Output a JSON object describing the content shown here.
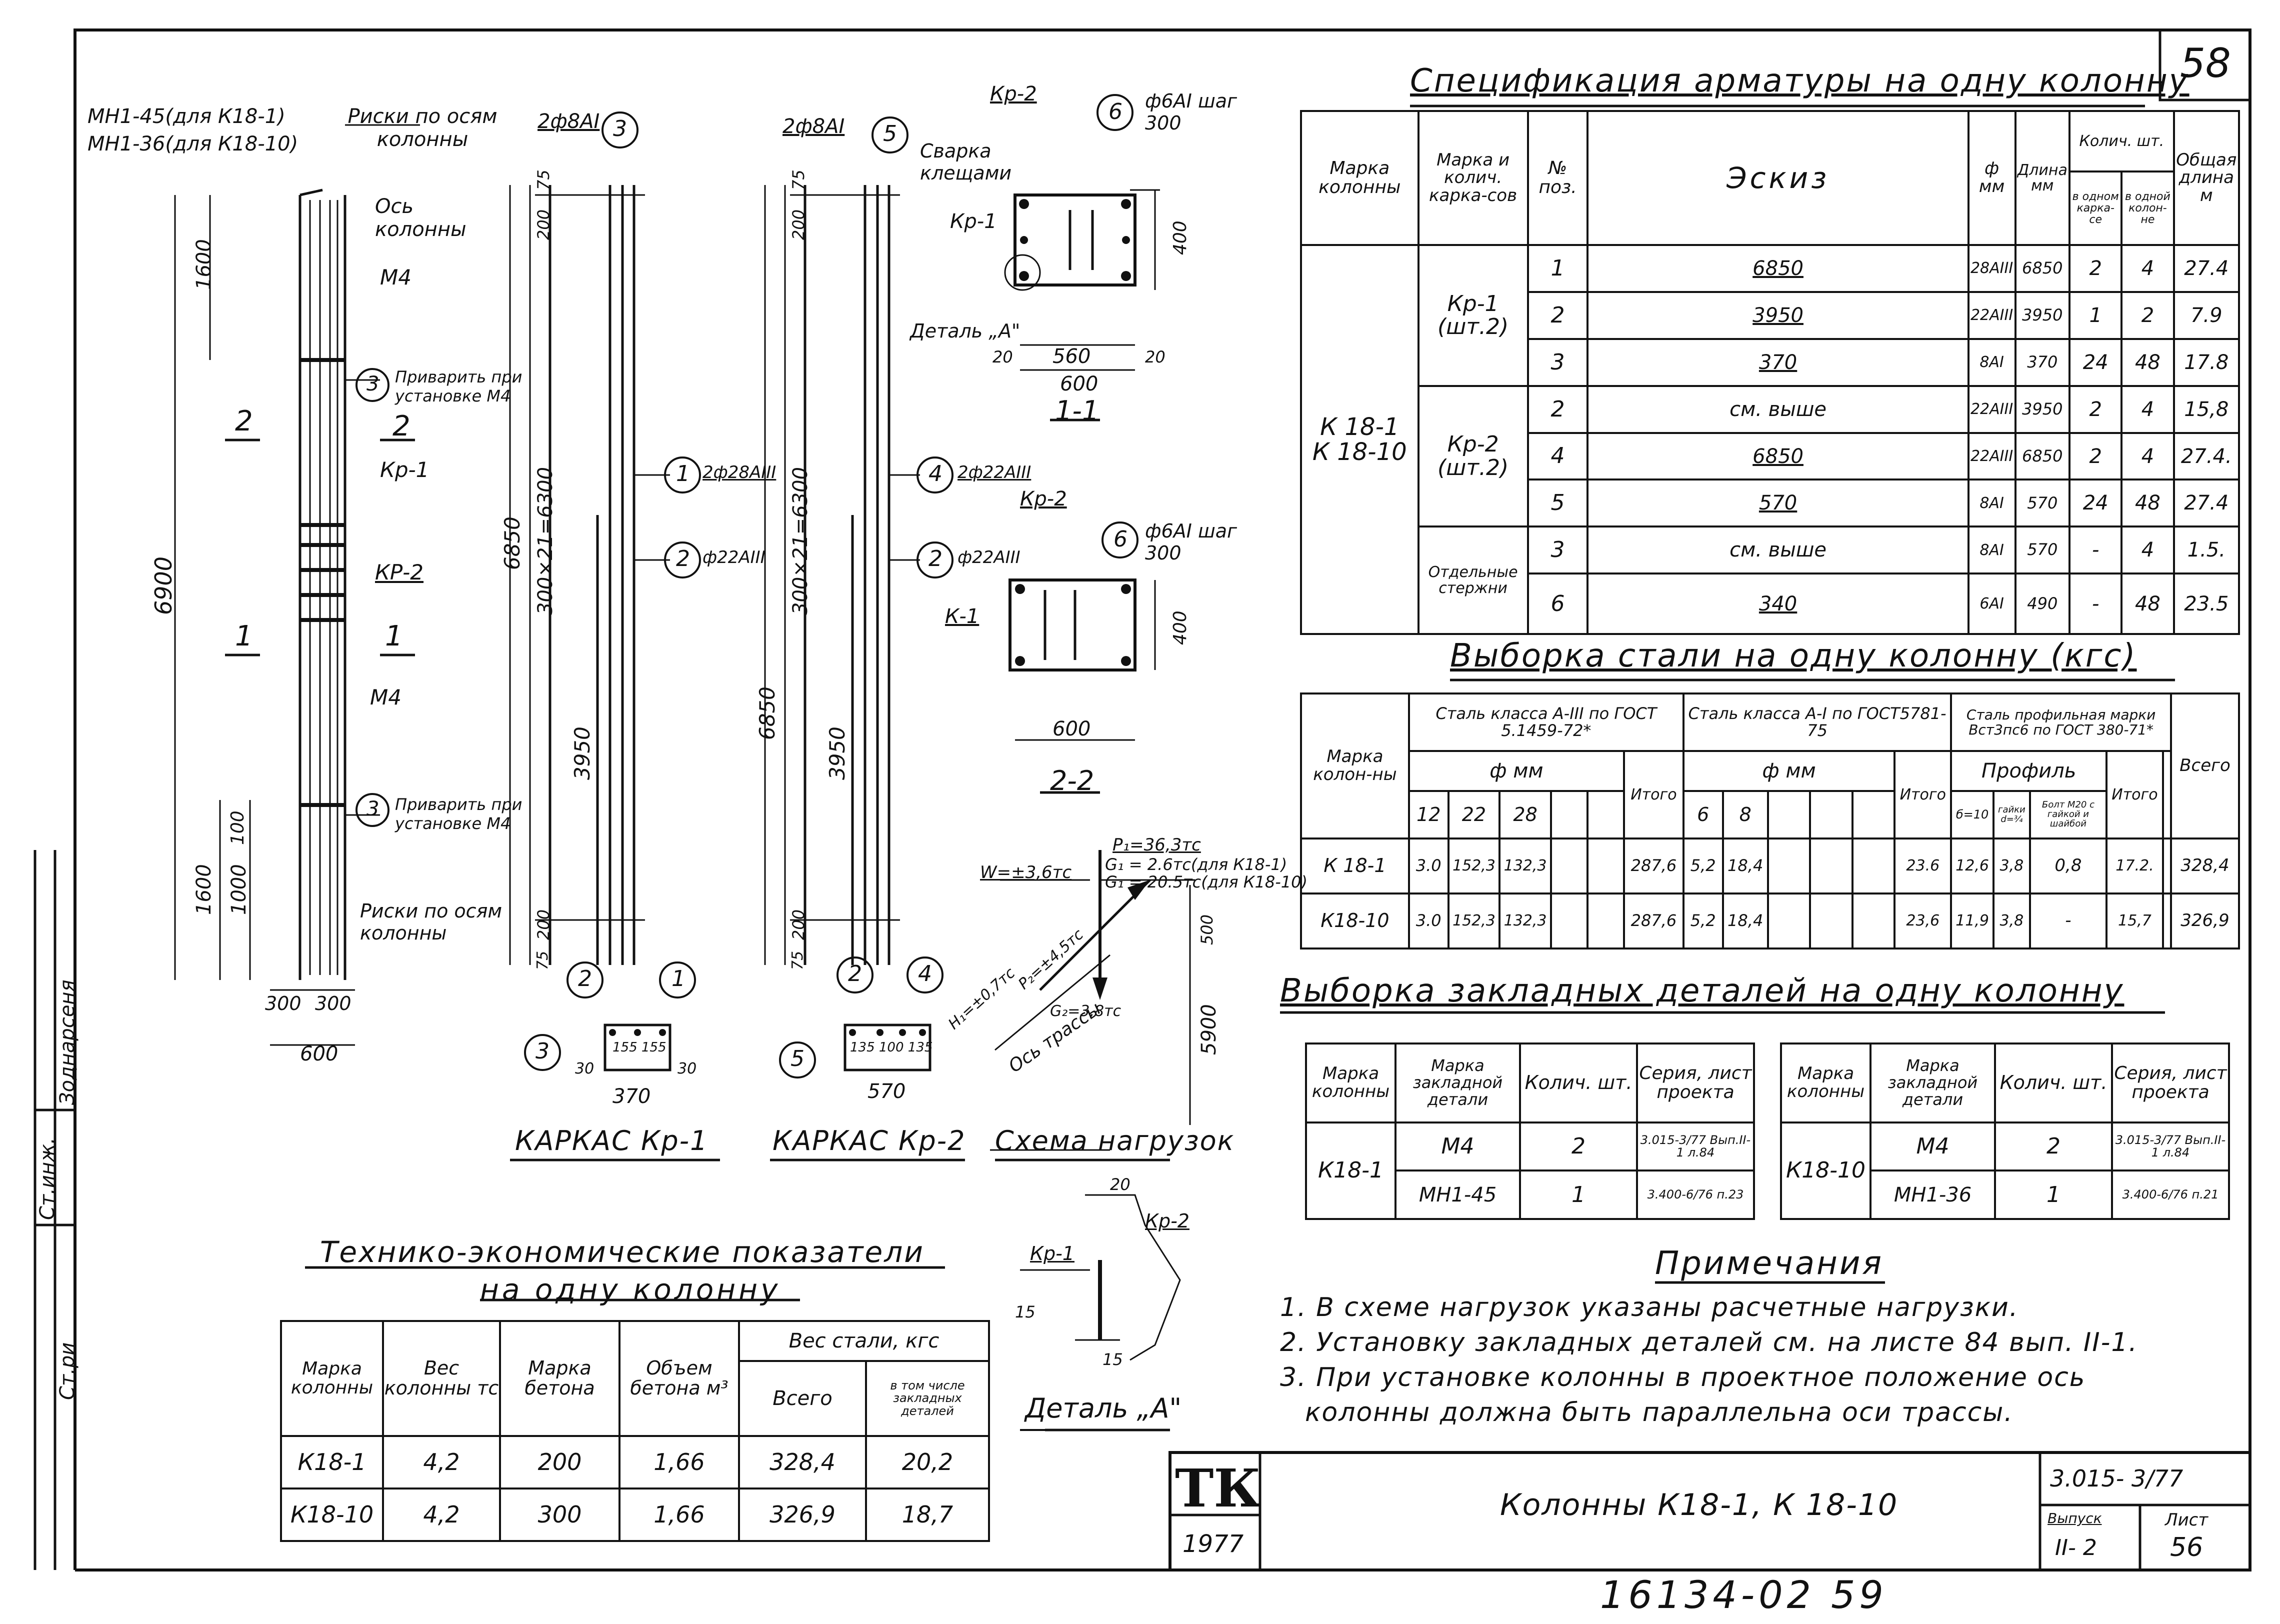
{
  "sheet_number": "58",
  "bottom_stamp": "16134-02   59",
  "left_margin_notes": [
    "Ст.инж.",
    "Зоднарсеня",
    "Ст.ри"
  ],
  "drawings": {
    "column_notes": {
      "mark_line1": "МН1-45(для К18-1)",
      "mark_line2": "МН1-36(для К18-10)",
      "risks_top": "Риски по осям колонны",
      "axis": "Ось колонны",
      "m4_top": "М4",
      "weld_m4_top": "Приварить при установке М4",
      "m4_bottom": "М4",
      "weld_m4_bottom": "Приварить при установке М4",
      "risks_bottom": "Риски по осям колонны",
      "kr1": "Кр-1",
      "kr2": "КР-2",
      "sec2_left": "2",
      "sec2_right": "2",
      "sec1_left": "1",
      "sec1_right": "1",
      "pos3a": "3",
      "pos3b": "3"
    },
    "column_dims": {
      "h_total": "6900",
      "h_top": "1600",
      "h_bot": "1600",
      "h_1000": "1000",
      "h_100": "100",
      "w300a": "300",
      "w300b": "300",
      "w600": "600"
    },
    "kr1": {
      "title": "КАРКАС Кр-1",
      "bar_top": "2ф8АI",
      "pos_top": "3",
      "pos1": "1",
      "lbl1": "2ф28АIII",
      "pos2": "2",
      "lbl2": "ф22АIII",
      "d6850": "6850",
      "d6300": "300×21=6300",
      "d3950": "3950",
      "d200t": "200",
      "d200b": "200",
      "d75t": "75",
      "d75b": "75",
      "sec_pos2": "2",
      "sec_pos1": "1",
      "sec_pos3": "3",
      "sec_w": "370",
      "sec_30a": "30",
      "sec_30b": "30",
      "sec_dims": "155 155"
    },
    "kr2": {
      "title": "КАРКАС Кр-2",
      "bar_top": "2ф8АI",
      "pos_top": "5",
      "pos4": "4",
      "lbl4": "2ф22АIII",
      "pos2": "2",
      "lbl2": "ф22АIII",
      "d6850": "6850",
      "d6300": "300×21=6300",
      "d3950": "3950",
      "d200t": "200",
      "d200b": "200",
      "d75t": "75",
      "d75b": "75",
      "sec_pos2": "2",
      "sec_pos4": "4",
      "sec_pos5": "5",
      "sec_w": "570",
      "sec_dims": "135 100 135"
    },
    "section11": {
      "title": "1-1",
      "kr2": "Кр-2",
      "kr1": "Кр-1",
      "weld": "Сварка клещами",
      "detail": "Деталь „А\"",
      "pos6": "6",
      "bar6": "ф6АI шаг 300",
      "d560": "560",
      "d20a": "20",
      "d20b": "20",
      "d600": "600",
      "d400": "400"
    },
    "section22": {
      "title": "2-2",
      "kr2": "Кр-2",
      "k1": "К-1",
      "pos6": "6",
      "bar6": "ф6АI шаг 300",
      "d600": "600",
      "d400": "400"
    },
    "load_scheme": {
      "title": "Схема нагрузок",
      "p": "P₁=36,3тс",
      "g1a": "G₁ = 2.6тс(для К18-1)",
      "g1b": "G₁ = 20.5тс(для К18-10)",
      "w": "W=±3,6тс",
      "h": "H₁=±0,7тс",
      "p2": "P₂=±4,5тс",
      "g2": "G₂=3,8тс",
      "axis": "Ось трассы",
      "d5900": "5900",
      "d500": "500"
    },
    "detail_a": {
      "title": "Деталь „А\"",
      "kr1": "Кр-1",
      "kr2": "Кр-2",
      "d20": "20",
      "d15a": "15",
      "d15b": "15"
    }
  },
  "spec": {
    "title": "Спецификация арматуры на одну колонну",
    "headers": {
      "mark": "Марка колонны",
      "frame": "Марка и колич. карка-сов",
      "pos": "№ поз.",
      "sketch": "Эскиз",
      "diam": "ф мм",
      "len": "Длина мм",
      "qty": "Колич. шт.",
      "qty_frame": "в одном карка-се",
      "qty_col": "в одной колон-не",
      "total": "Общая длина м"
    },
    "col_marks": "К 18-1\nК 18-10",
    "groups": [
      "Кр-1 (шт.2)",
      "Кр-2 (шт.2)",
      "Отдельные стержни"
    ],
    "rows": [
      {
        "pos": "1",
        "sketch": "6850",
        "d": "28АIII",
        "l": "6850",
        "qf": "2",
        "qc": "4",
        "t": "27.4"
      },
      {
        "pos": "2",
        "sketch": "3950",
        "d": "22АIII",
        "l": "3950",
        "qf": "1",
        "qc": "2",
        "t": "7.9"
      },
      {
        "pos": "3",
        "sketch": "370",
        "d": "8АI",
        "l": "370",
        "qf": "24",
        "qc": "48",
        "t": "17.8"
      },
      {
        "pos": "2",
        "sketch": "см. выше",
        "d": "22АIII",
        "l": "3950",
        "qf": "2",
        "qc": "4",
        "t": "15,8"
      },
      {
        "pos": "4",
        "sketch": "6850",
        "d": "22АIII",
        "l": "6850",
        "qf": "2",
        "qc": "4",
        "t": "27.4."
      },
      {
        "pos": "5",
        "sketch": "570",
        "d": "8АI",
        "l": "570",
        "qf": "24",
        "qc": "48",
        "t": "27.4"
      },
      {
        "pos": "3",
        "sketch": "см. выше",
        "d": "8АI",
        "l": "570",
        "qf": "-",
        "qc": "4",
        "t": "1.5."
      },
      {
        "pos": "6",
        "sketch": "340",
        "d": "6АI",
        "l": "490",
        "qf": "-",
        "qc": "48",
        "t": "23.5"
      }
    ]
  },
  "steel": {
    "title": "Выборка стали на одну колонну (кгс)",
    "h_mark": "Марка колон-ны",
    "h_a3": "Сталь класса А-III по ГОСТ 5.1459-72*",
    "h_a1": "Сталь класса А-I по ГОСТ5781-75",
    "h_prof": "Сталь профильная марки Вст3пс6 по ГОСТ 380-71*",
    "h_fmm": "ф мм",
    "h_fmm2": "ф мм",
    "h_profil": "Профиль",
    "h_itogo": "Итого",
    "h_itogo2": "Итого",
    "h_itogo3": "Итого",
    "h_total": "Всего",
    "d12": "12",
    "d22": "22",
    "d28": "28",
    "d6": "6",
    "d8": "8",
    "p1": "б=10",
    "p2": "гайки d=¾",
    "p3": "Болт М20 с гайкой и шайбой",
    "rows": [
      {
        "m": "К 18-1",
        "v12": "3.0",
        "v22": "152,3",
        "v28": "132,3",
        "it1": "287,6",
        "v6": "5,2",
        "v8": "18,4",
        "it2": "23.6",
        "b10": "12,6",
        "nut": "3,8",
        "bolt": "0,8",
        "it3": "17.2.",
        "all": "328,4"
      },
      {
        "m": "К18-10",
        "v12": "3.0",
        "v22": "152,3",
        "v28": "132,3",
        "it1": "287,6",
        "v6": "5,2",
        "v8": "18,4",
        "it2": "23,6",
        "b10": "11,9",
        "nut": "3,8",
        "bolt": "-",
        "it3": "15,7",
        "all": "326,9"
      }
    ]
  },
  "embedded": {
    "title": "Выборка закладных деталей на одну колонну",
    "h": {
      "mark": "Марка колонны",
      "emb": "Марка закладной детали",
      "qty": "Колич. шт.",
      "ser": "Серия, лист проекта"
    },
    "left": {
      "col": "К18-1",
      "rows": [
        {
          "e": "М4",
          "q": "2",
          "s": "3.015-3/77 Вып.II-1 л.84"
        },
        {
          "e": "МН1-45",
          "q": "1",
          "s": "3.400-6/76 п.23"
        }
      ]
    },
    "right": {
      "col": "К18-10",
      "rows": [
        {
          "e": "М4",
          "q": "2",
          "s": "3.015-3/77 Вып.II-1 л.84"
        },
        {
          "e": "МН1-36",
          "q": "1",
          "s": "3.400-6/76 п.21"
        }
      ]
    }
  },
  "notes": {
    "title": "Примечания",
    "items": [
      "1. В схеме нагрузок указаны расчетные нагрузки.",
      "2. Установку закладных деталей см. на листе 84 вып. II-1.",
      "3. При установке колонны в проектное положение ось",
      "колонны должна быть параллельна оси трассы."
    ]
  },
  "tech": {
    "title1": "Технико-экономические показатели",
    "title2": "на одну колонну",
    "h": {
      "mark": "Марка колонны",
      "w": "Вес колонны тс",
      "c": "Марка бетона",
      "v": "Объем бетона м³",
      "s": "Вес стали, кгс",
      "all": "Всего",
      "emb": "в том числе закладных деталей"
    },
    "rows": [
      {
        "m": "К18-1",
        "w": "4,2",
        "c": "200",
        "v": "1,66",
        "all": "328,4",
        "emb": "20,2"
      },
      {
        "m": "К18-10",
        "w": "4,2",
        "c": "300",
        "v": "1,66",
        "all": "326,9",
        "emb": "18,7"
      }
    ]
  },
  "stamp": {
    "logo": "ТК",
    "year": "1977",
    "title": "Колонны К18-1, К 18-10",
    "series": "3.015- 3/77",
    "issue_h": "Выпуск",
    "issue": "II- 2",
    "sheet_h": "Лист",
    "sheet": "56"
  }
}
